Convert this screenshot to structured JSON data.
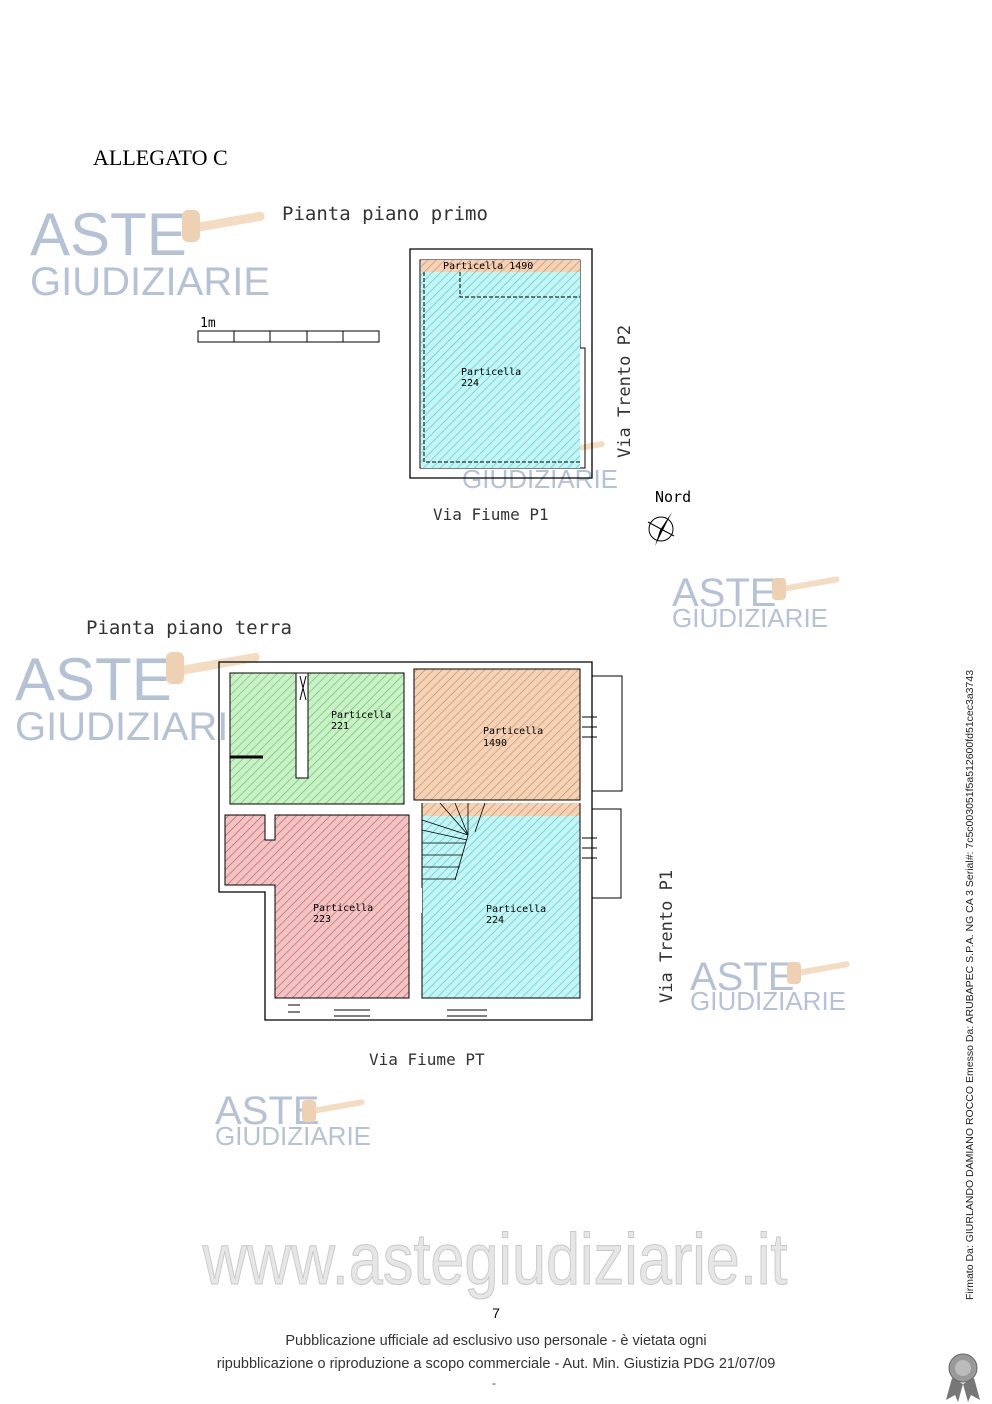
{
  "document": {
    "attachment_title": "ALLEGATO C",
    "page_number": "7",
    "page_dash": "-"
  },
  "first_floor": {
    "title": "Pianta piano primo",
    "parcel_top": "Particella 1490",
    "parcel_main_line1": "Particella",
    "parcel_main_line2": "224",
    "street_right": "Via Trento P2",
    "street_bottom": "Via Fiume P1"
  },
  "scale_bar": {
    "label": "1m",
    "segments": 5
  },
  "north": {
    "label": "Nord"
  },
  "ground_floor": {
    "title": "Pianta piano terra",
    "rooms": [
      {
        "line1": "Particella",
        "line2": "221",
        "color": "#8fd88f"
      },
      {
        "line1": "Particella",
        "line2": "1490",
        "color": "#e0a070"
      },
      {
        "line1": "Particella",
        "line2": "223",
        "color": "#d97070"
      },
      {
        "line1": "Particella",
        "line2": "224",
        "color": "#70e0e0"
      }
    ],
    "street_right": "Via Trento P1",
    "street_bottom": "Via Fiume PT"
  },
  "watermark": {
    "line1": "ASTE",
    "line2": "GIUDIZIARIE",
    "url": "www.astegiudiziarie.it"
  },
  "footer": {
    "line1": "Pubblicazione ufficiale ad esclusivo uso personale - è vietata ogni",
    "line2": "ripubblicazione o riproduzione a scopo commerciale - Aut. Min. Giustizia PDG 21/07/09"
  },
  "signature": "Firmato Da: GIURLANDO DAMIANO ROCCO Emesso Da: ARUBAPEC S.P.A. NG CA 3 Serial#: 7c5c003051f5a512600fd51cec3a3743"
}
